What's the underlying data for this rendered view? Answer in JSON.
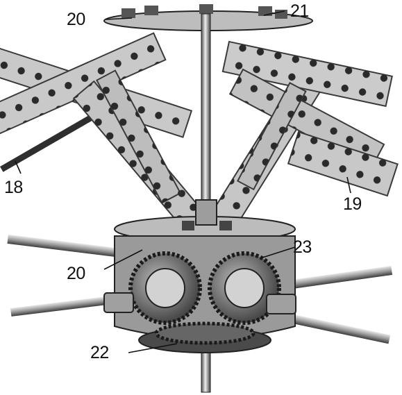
{
  "callouts": {
    "c20_top": "20",
    "c21": "21",
    "c18": "18",
    "c19": "19",
    "c20_bottom": "20",
    "c23": "23",
    "c22": "22"
  },
  "colors": {
    "strip": "#c9c9c9",
    "strip_edge": "#3a3a3a",
    "metal_dark": "#2c2c2c",
    "metal_mid": "#8d8d8d",
    "metal_light": "#dedede",
    "ink": "#111111"
  }
}
